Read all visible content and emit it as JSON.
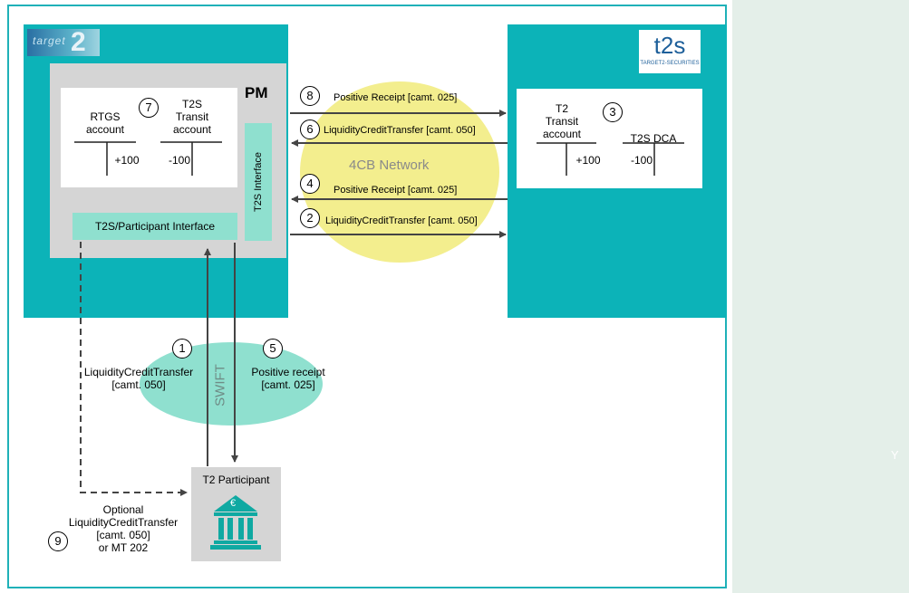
{
  "pm": {
    "label": "PM",
    "rtgs_account": "RTGS\naccount",
    "t2s_transit_account": "T2S\nTransit\naccount",
    "rtgs_value": "+100",
    "transit_value": "-100",
    "t2s_interface": "T2S Interface",
    "participant_interface": "T2S/Participant Interface"
  },
  "t2s": {
    "transit_account": "T2\nTransit\naccount",
    "dca": "T2S DCA",
    "transit_value": "+100",
    "dca_value": "-100",
    "logo_text": "t2s"
  },
  "target2": {
    "logo_text": "target",
    "logo_digit": "2"
  },
  "network": {
    "label": "4CB Network",
    "swift": "SWIFT"
  },
  "steps": [
    {
      "num": "1",
      "text": "LiquidityCreditTransfer\n[camt. 050]"
    },
    {
      "num": "2",
      "text": "LiquidityCreditTransfer [camt. 050]"
    },
    {
      "num": "3"
    },
    {
      "num": "4",
      "text": "Positive Receipt [camt. 025]"
    },
    {
      "num": "5",
      "text": "Positive receipt\n[camt. 025]"
    },
    {
      "num": "6",
      "text": "LiquidityCreditTransfer [camt. 050]"
    },
    {
      "num": "7"
    },
    {
      "num": "8",
      "text": "Positive Receipt [camt. 025]"
    },
    {
      "num": "9",
      "text": "Optional\nLiquidityCreditTransfer\n[camt. 050]\nor MT 202"
    }
  ],
  "participant": {
    "label": "T2 Participant",
    "currency_symbol": "€"
  },
  "edge_label": "Y",
  "colors": {
    "teal": "#0cb3b8",
    "gray": "#d5d5d5",
    "mint": "#8fe0cf",
    "yellow": "#f3ee8e",
    "frame": "#1fb1b8",
    "right_band": "#e4efe9"
  }
}
